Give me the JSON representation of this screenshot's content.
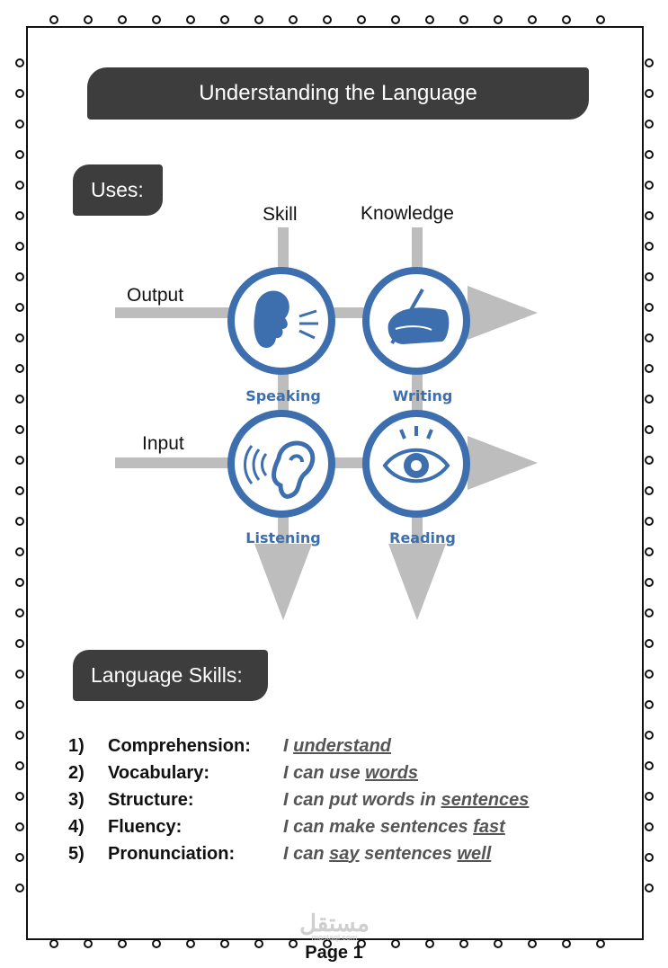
{
  "title": "Understanding the Language",
  "uses_label": "Uses:",
  "skills_label": "Language Skills:",
  "diagram": {
    "col_skill": "Skill",
    "col_knowledge": "Knowledge",
    "row_output": "Output",
    "row_input": "Input",
    "speaking": "Speaking",
    "writing": "Writing",
    "listening": "Listening",
    "reading": "Reading",
    "accent_color": "#3d6fae",
    "arrow_color": "#bdbdbd"
  },
  "skills": [
    {
      "num": "1)",
      "name": "Comprehension:",
      "desc_pre": "I ",
      "desc_u1": "understand",
      "desc_mid": "",
      "desc_u2": "",
      "desc_post": ""
    },
    {
      "num": "2)",
      "name": "Vocabulary:",
      "desc_pre": "I can use ",
      "desc_u1": "words",
      "desc_mid": "",
      "desc_u2": "",
      "desc_post": ""
    },
    {
      "num": "3)",
      "name": "Structure:",
      "desc_pre": "I can put words in ",
      "desc_u1": "sentences",
      "desc_mid": "",
      "desc_u2": "",
      "desc_post": ""
    },
    {
      "num": "4)",
      "name": "Fluency:",
      "desc_pre": "I can make sentences ",
      "desc_u1": "fast",
      "desc_mid": "",
      "desc_u2": "",
      "desc_post": ""
    },
    {
      "num": "5)",
      "name": "Pronunciation:",
      "desc_pre": "I can ",
      "desc_u1": "say",
      "desc_mid": " sentences ",
      "desc_u2": "well",
      "desc_post": ""
    }
  ],
  "watermark": "مستقل",
  "watermark_sub": "mostaql.com",
  "page_label": "Page 1"
}
